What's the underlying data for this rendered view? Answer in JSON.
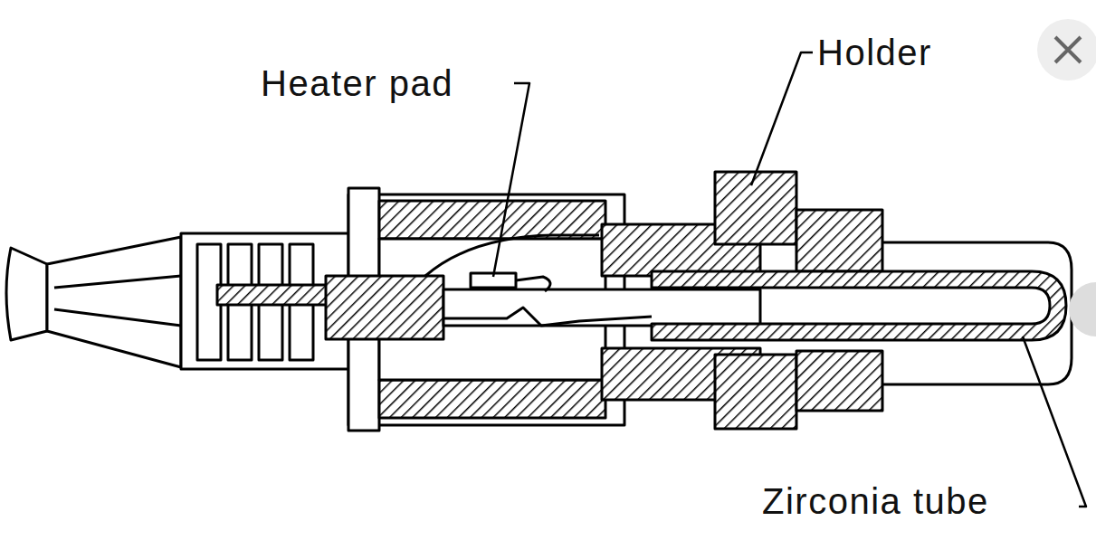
{
  "diagram": {
    "labels": [
      "Heater pad",
      "Holder",
      "Zirconia tube"
    ]
  }
}
